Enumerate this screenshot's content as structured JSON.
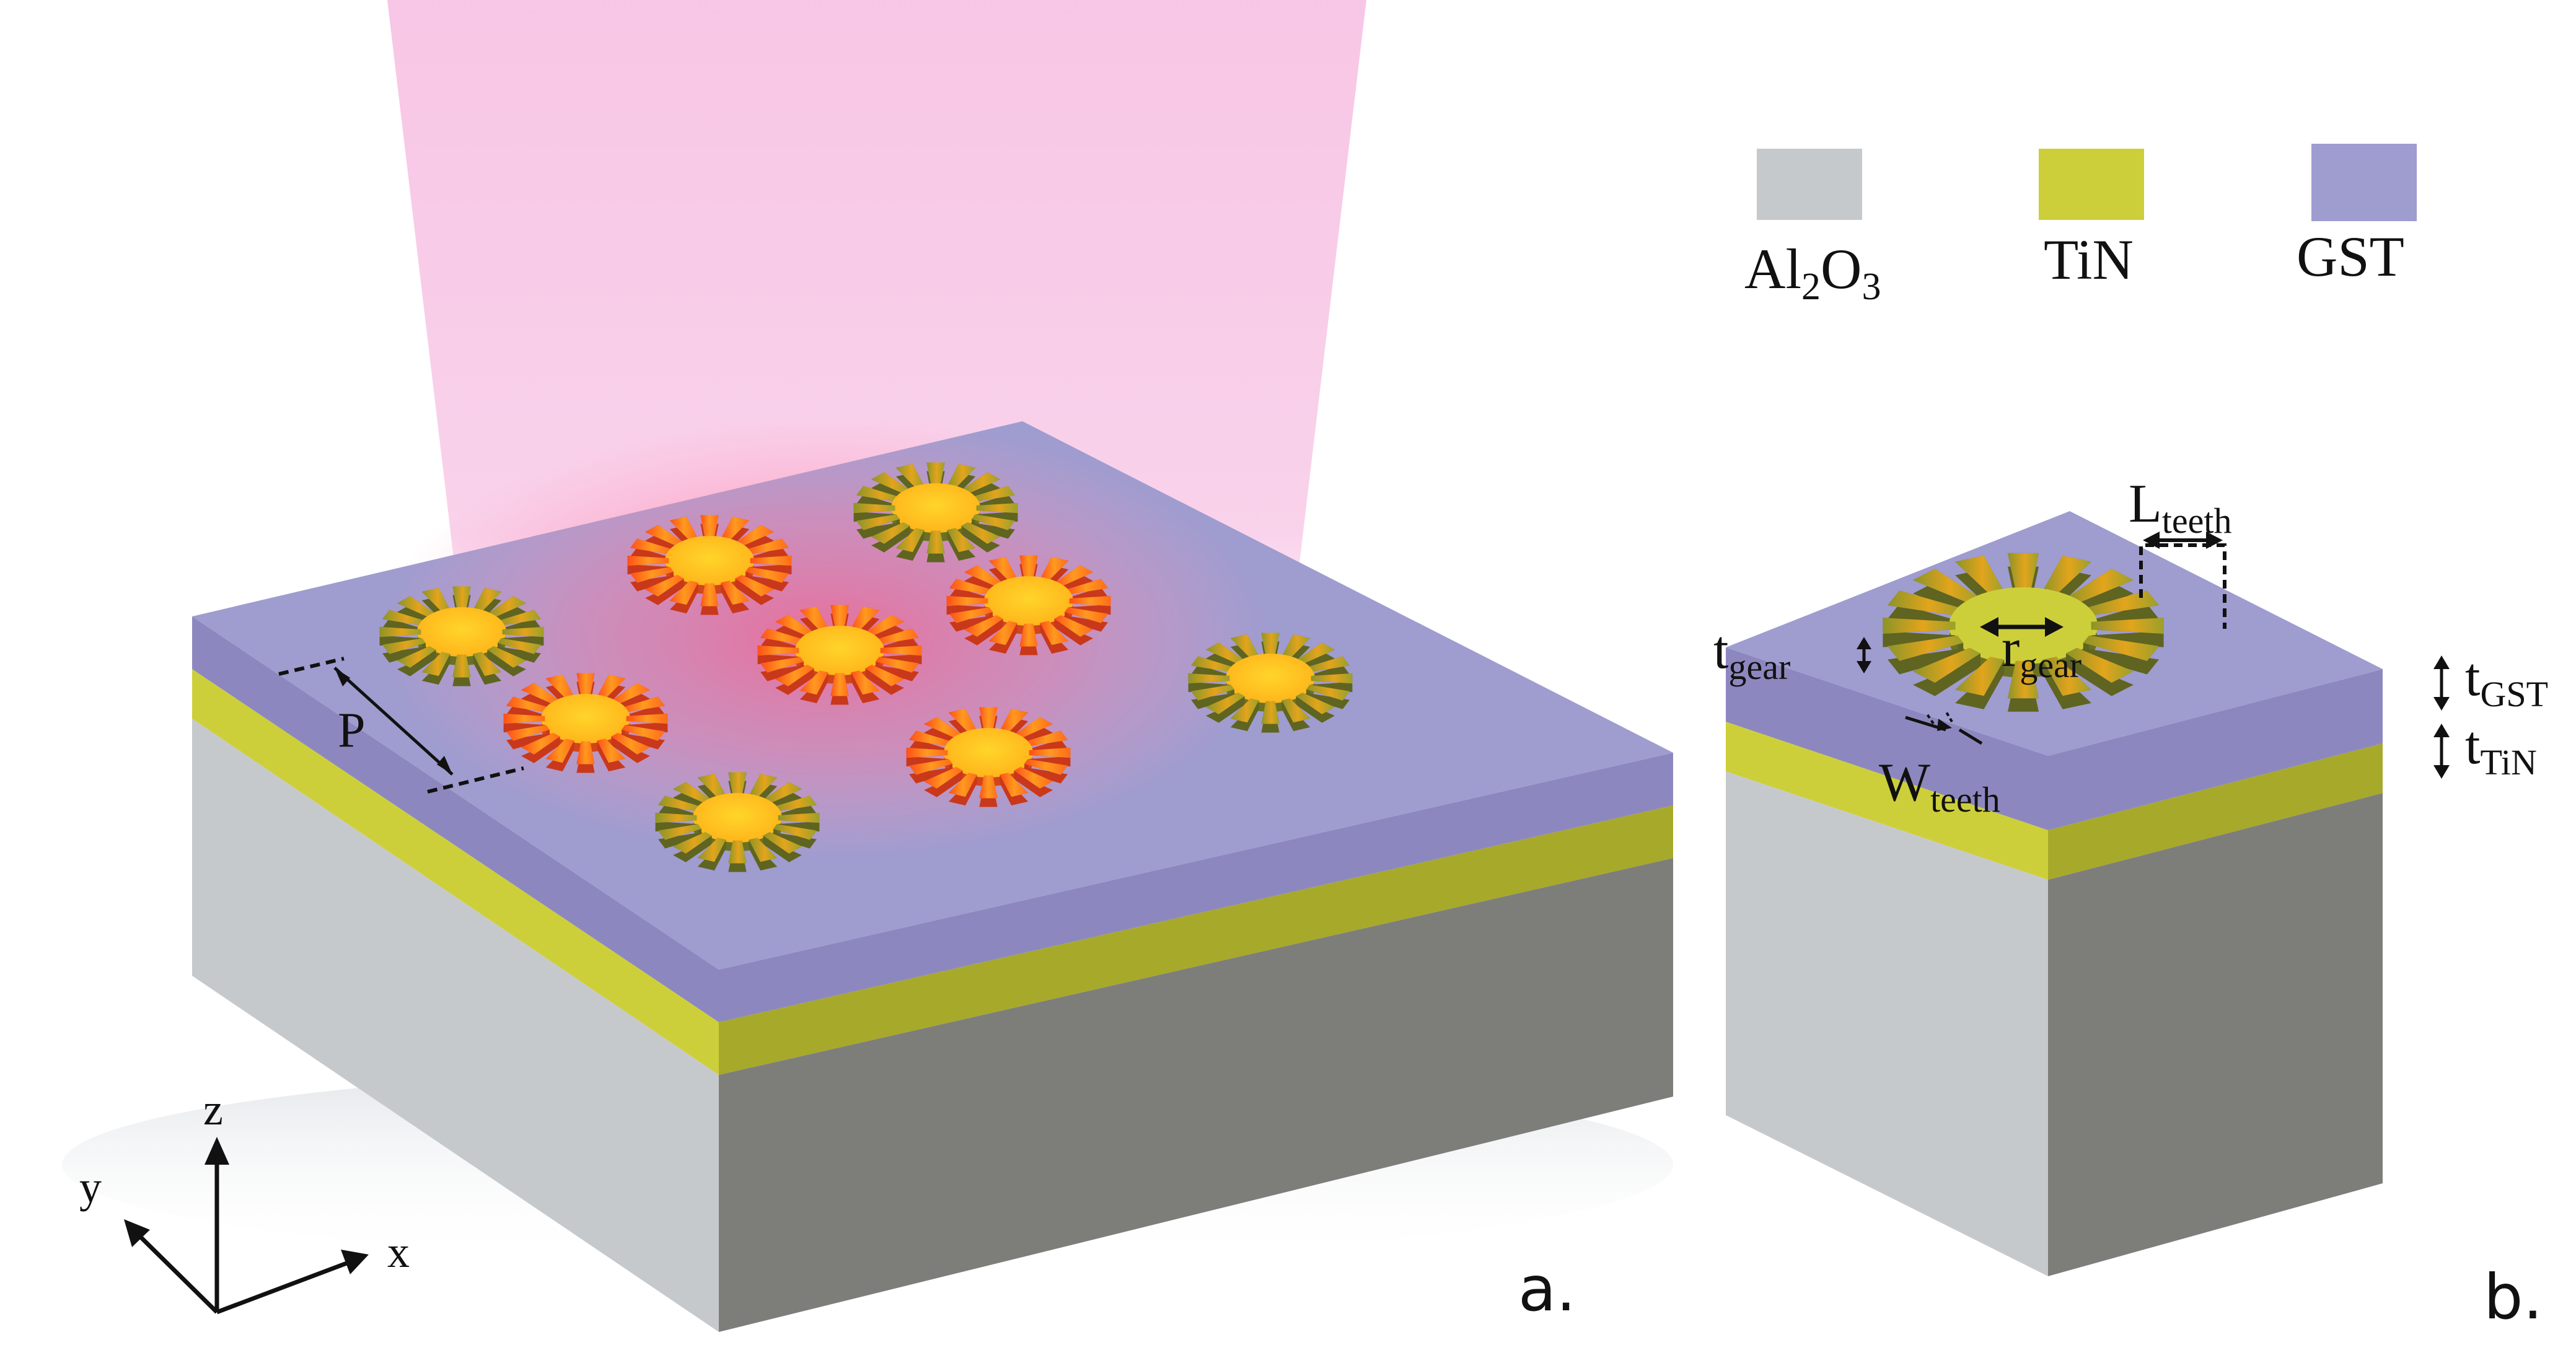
{
  "colors": {
    "al2o3": "#c6c9cb",
    "al2o3_side_dark": "#7d7e7a",
    "tin": "#cdcf3a",
    "tin_dark": "#a7a92a",
    "gst": "#9f9ccf",
    "gst_dark": "#8c88bf",
    "gear_lit": "#ffc21a",
    "gear_hot": "#ff5a1f",
    "gear_unlit": "#9fa52c",
    "beam": "#f7c3e4"
  },
  "legend": {
    "items": [
      {
        "key": "al2o3",
        "base": "Al",
        "sub1": "2",
        "mid": "O",
        "sub2": "3"
      },
      {
        "key": "tin",
        "label": "TiN"
      },
      {
        "key": "gst",
        "label": "GST"
      }
    ]
  },
  "panel_a": {
    "label": "a.",
    "period_label": "P",
    "gears_illuminated": 9,
    "axes": {
      "x": "x",
      "y": "y",
      "z": "z"
    }
  },
  "panel_b": {
    "label": "b.",
    "l_teeth": {
      "base": "L",
      "sub": "teeth"
    },
    "r_gear": {
      "base": "r",
      "sub": "gear"
    },
    "t_gear": {
      "base": "t",
      "sub": "gear"
    },
    "t_gst": {
      "base": "t",
      "sub": "GST"
    },
    "t_tin": {
      "base": "t",
      "sub": "TiN"
    },
    "w_teeth": {
      "base": "W",
      "sub": "teeth"
    }
  }
}
